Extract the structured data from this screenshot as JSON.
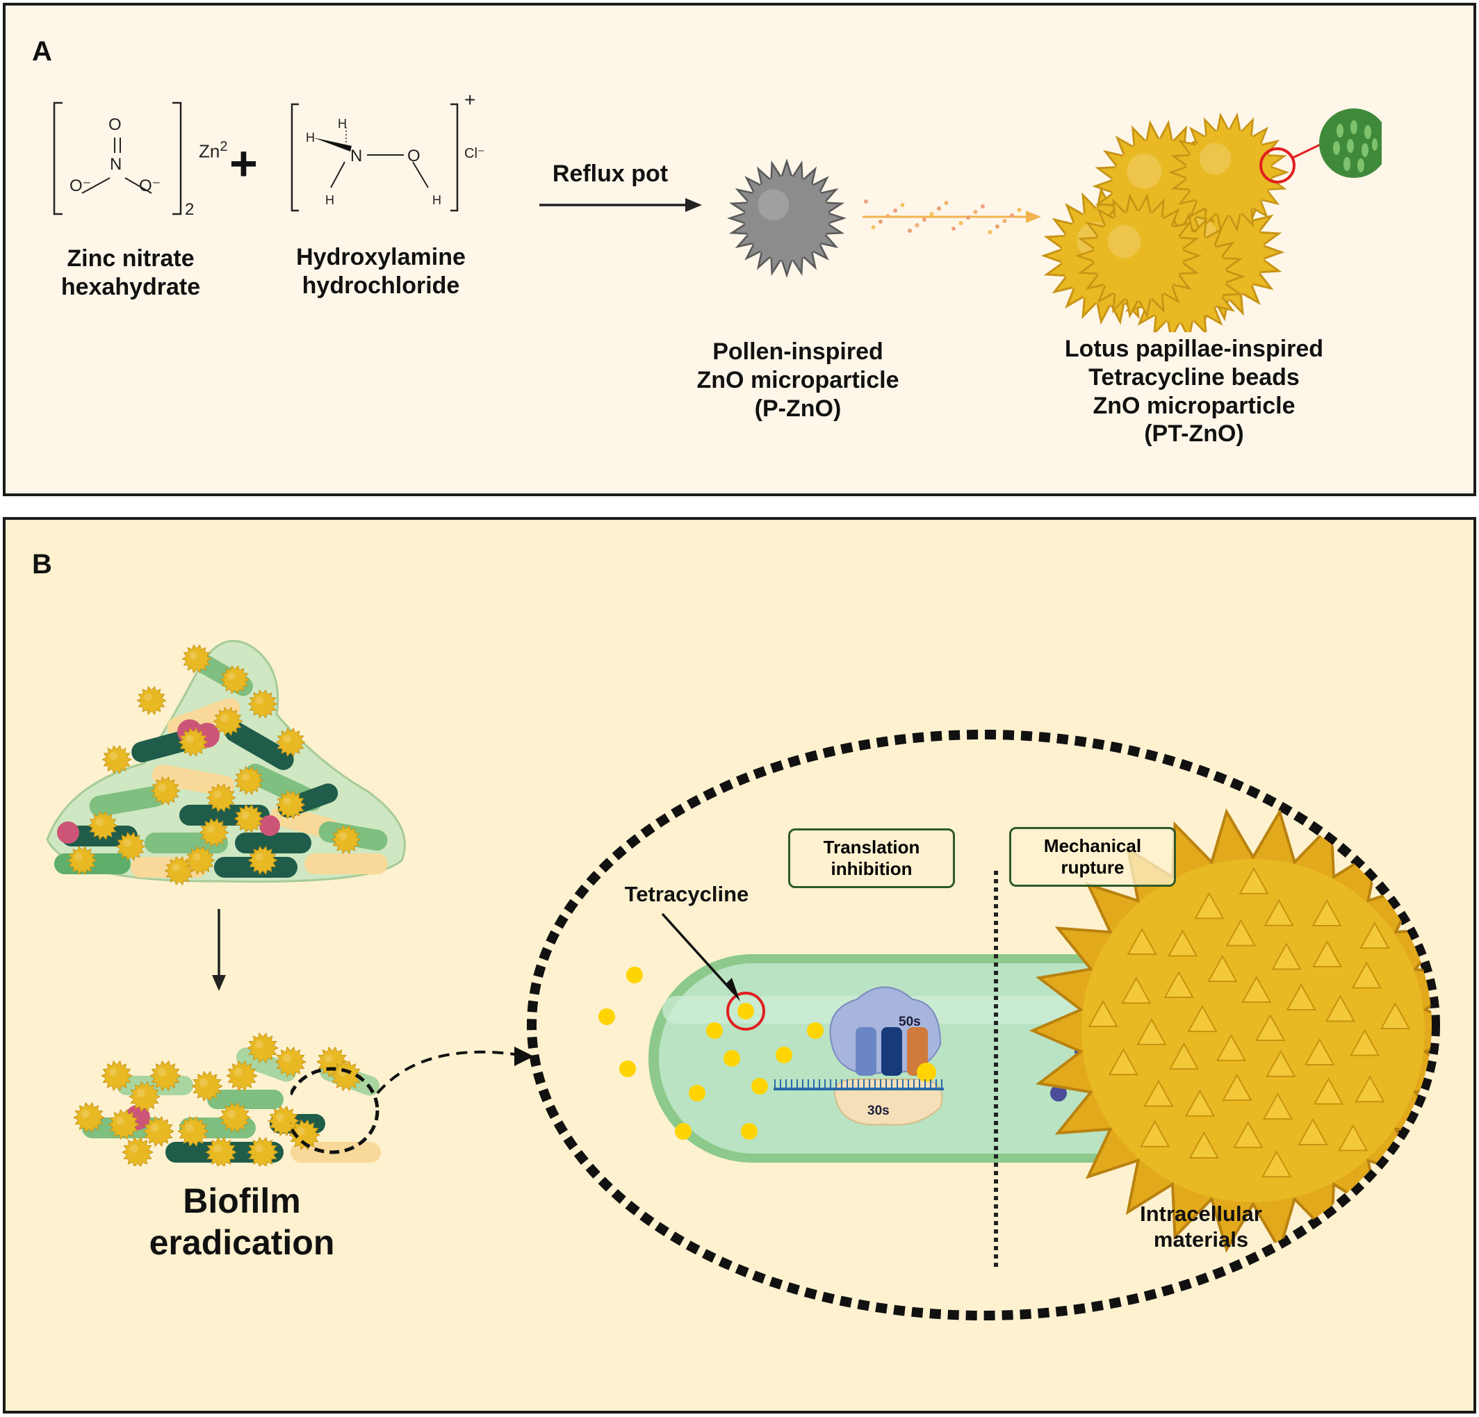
{
  "panel_a": {
    "letter": "A",
    "reactant1": {
      "name_line1": "Zinc nitrate",
      "name_line2": "hexahydrate",
      "atoms": {
        "o": "O",
        "n": "N",
        "o_minus": "O⁻",
        "zn": "Zn",
        "zn_sup": "2",
        "sub": "2"
      }
    },
    "plus": "+",
    "reactant2": {
      "name_line1": "Hydroxylamine",
      "name_line2": "hydrochloride",
      "atoms": {
        "h": "H",
        "n": "N",
        "o": "O",
        "cl": "Cl⁻",
        "charge": "+"
      }
    },
    "arrow_label": "Reflux pot",
    "product1": {
      "line1": "Pollen-inspired",
      "line2": "ZnO microparticle",
      "line3": "(P-ZnO)"
    },
    "product2": {
      "line1": "Lotus papillae-inspired",
      "line2": "Tetracycline beads",
      "line3": "ZnO microparticle",
      "line4": "(PT-ZnO)"
    }
  },
  "panel_b": {
    "letter": "B",
    "biofilm_label_line1": "Biofilm",
    "biofilm_label_line2": "eradication",
    "translation_box_line1": "Translation",
    "translation_box_line2": "inhibition",
    "mechanical_box_line1": "Mechanical",
    "mechanical_box_line2": "rupture",
    "tetracycline_label": "Tetracycline",
    "ribosome_large": "50s",
    "ribosome_small": "30s",
    "intracellular_line1": "Intracellular",
    "intracellular_line2": "materials"
  },
  "colors": {
    "panel_a_bg": "#fdf6e9",
    "panel_b_bg": "#fdf1cf",
    "zno_gold": "#e8b923",
    "pzno_gray": "#8c8c8c",
    "bacterium_green": "#b9e3c3",
    "tetracycline_yellow": "#ffd400",
    "intracellular_purple": "#4b4d9a",
    "highlight_red": "#e02020",
    "dark_green_rod": "#1f5c4a",
    "pale_yellow_rod": "#f8d99a",
    "pink_cell": "#cc5577"
  }
}
